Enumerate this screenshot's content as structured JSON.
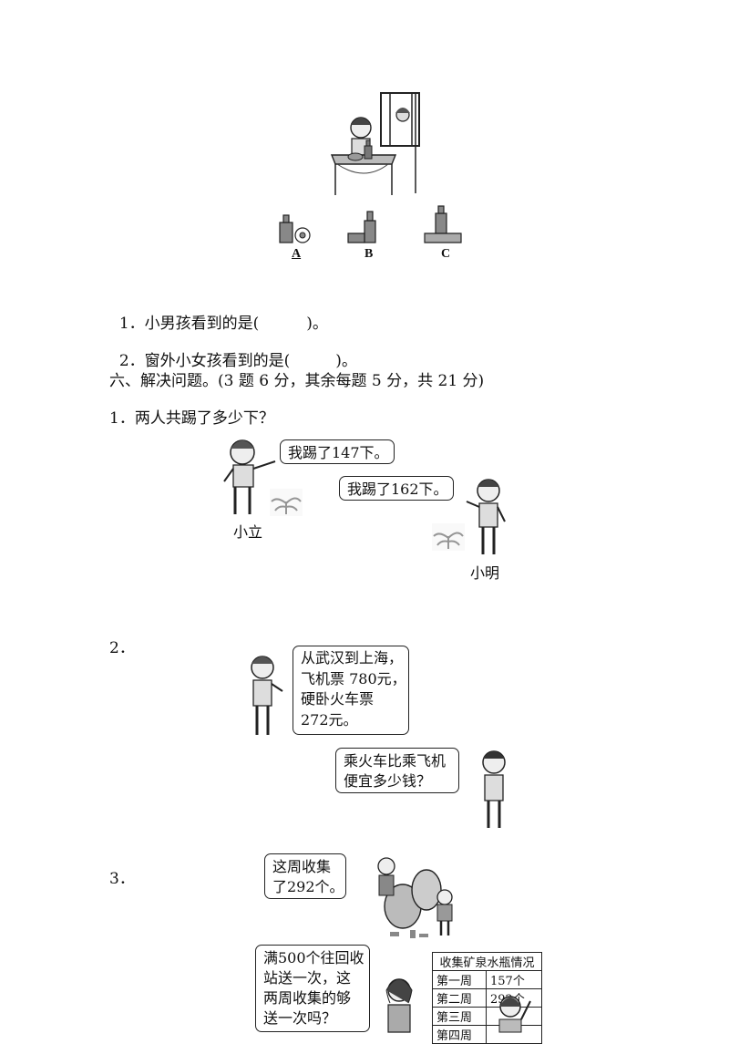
{
  "options": {
    "a": "A",
    "b": "B",
    "c": "C"
  },
  "q1": {
    "prefix": "1．小男孩看到的是(",
    "suffix": ")。"
  },
  "q2": {
    "prefix": "2．窗外小女孩看到的是(",
    "suffix": ")。"
  },
  "section": "六、解决问题。(3 题 6 分，其余每题 5 分，共 21 分)",
  "p1": {
    "title": "1．两人共踢了多少下？",
    "bubble_left": "我踢了147下。",
    "bubble_right": "我踢了162下。",
    "name_left": "小立",
    "name_right": "小明"
  },
  "p2": {
    "num": "2．",
    "bubble1": "从武汉到上海，\n飞机票 780元，\n硬卧火车票\n272元。",
    "bubble2": "乘火车比乘飞机\n便宜多少钱？"
  },
  "p3": {
    "num": "3．",
    "bubble1": "这周收集\n了292个。",
    "bubble2": "满500个往回收\n站送一次，这\n两周收集的够\n送一次吗？",
    "table": {
      "title": "收集矿泉水瓶情况",
      "rows": [
        {
          "week": "第一周",
          "value": "157个"
        },
        {
          "week": "第二周",
          "value": "292个"
        },
        {
          "week": "第三周",
          "value": ""
        },
        {
          "week": "第四周",
          "value": ""
        }
      ]
    }
  }
}
